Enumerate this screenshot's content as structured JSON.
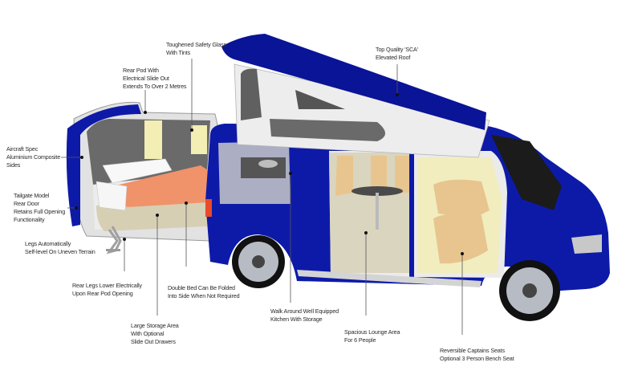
{
  "diagram": {
    "subject": "Camper van cutaway with pop-up roof and rear pod",
    "colors": {
      "body_blue": "#0d1aa8",
      "roof_blue": "#0a1496",
      "interior_grey": "#d8d8d8",
      "cream": "#f2eeb4",
      "mattress": "#f0926a",
      "leather": "#e8c58e",
      "floor": "#d6cfb4",
      "leader_line": "#555555"
    },
    "labels": [
      {
        "id": "glass",
        "lines": [
          "Toughened Safety Glass",
          "With Tints"
        ]
      },
      {
        "id": "roof",
        "lines": [
          "Top Quality 'SCA'",
          "Elevated Roof"
        ]
      },
      {
        "id": "pod",
        "lines": [
          "Rear Pod With",
          "Electrical Slide Out",
          "Extends To Over 2 Metres"
        ]
      },
      {
        "id": "sides",
        "lines": [
          "Aircraft Spec",
          "Aluminium Composite",
          "Sides"
        ]
      },
      {
        "id": "tailgate",
        "lines": [
          "Tailgate Model",
          "Rear Door",
          "Retains Full Opening",
          "Functionality"
        ]
      },
      {
        "id": "legs",
        "lines": [
          "Legs Automatically",
          "Self-level On Uneven Terrain"
        ]
      },
      {
        "id": "rearlegs",
        "lines": [
          "Rear Legs Lower Electrically",
          "Upon Rear Pod Opening"
        ]
      },
      {
        "id": "bed",
        "lines": [
          "Double Bed Can Be Folded",
          "Into Side When Not Required"
        ]
      },
      {
        "id": "storage",
        "lines": [
          "Large Storage Area",
          "With Optional",
          "Slide Out Drawers"
        ]
      },
      {
        "id": "kitchen",
        "lines": [
          "Walk Around Well Equipped",
          "Kitchen With Storage"
        ]
      },
      {
        "id": "lounge",
        "lines": [
          "Spacious Lounge Area",
          "For 6 People"
        ]
      },
      {
        "id": "seats",
        "lines": [
          "Reversible Captains Seats",
          "Optional 3 Person Bench Seat"
        ]
      }
    ]
  }
}
